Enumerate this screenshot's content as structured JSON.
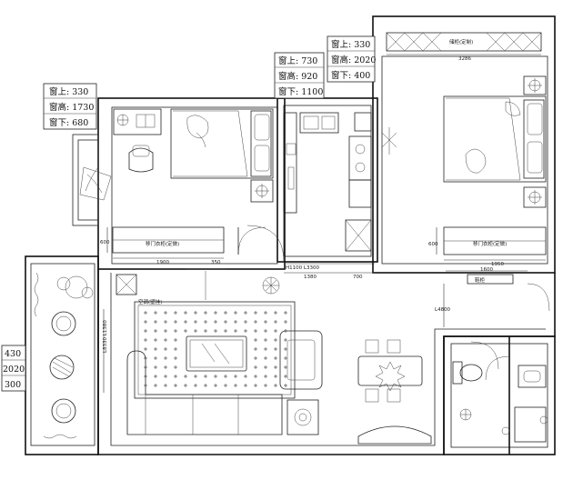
{
  "window_tags": {
    "left_room": {
      "sill_top": "窗上: 330",
      "height": "窗高: 1730",
      "sill_bottom": "窗下: 680"
    },
    "center": {
      "sill_top": "窗上: 730",
      "height": "窗高: 920",
      "sill_bottom": "窗下: 1100"
    },
    "right_room": {
      "sill_top": "窗上: 330",
      "height": "窗高: 2020",
      "sill_bottom": "窗下: 400"
    },
    "balcony": {
      "sill_top": "430",
      "height": "2020",
      "sill_bottom": "300"
    }
  },
  "labels": {
    "top_cabinet": "储柜(定制)",
    "top_dim": "3286",
    "wardrobe_left": "移门衣柜(定做)",
    "wardrobe_right": "移门衣柜(定做)",
    "ac": "空调(壁挂)",
    "dim_600_left": "600",
    "dim_600_right": "600",
    "dim_1900": "1900",
    "dim_350": "350",
    "dim_h1100": "H1100 L3300",
    "dim_1380": "1380",
    "dim_700": "700",
    "dim_1950": "1950",
    "dim_1600": "1600",
    "dim_sofa": "L8330 L1380",
    "dim_corridor": "L4800",
    "shoe": "鞋柜"
  }
}
